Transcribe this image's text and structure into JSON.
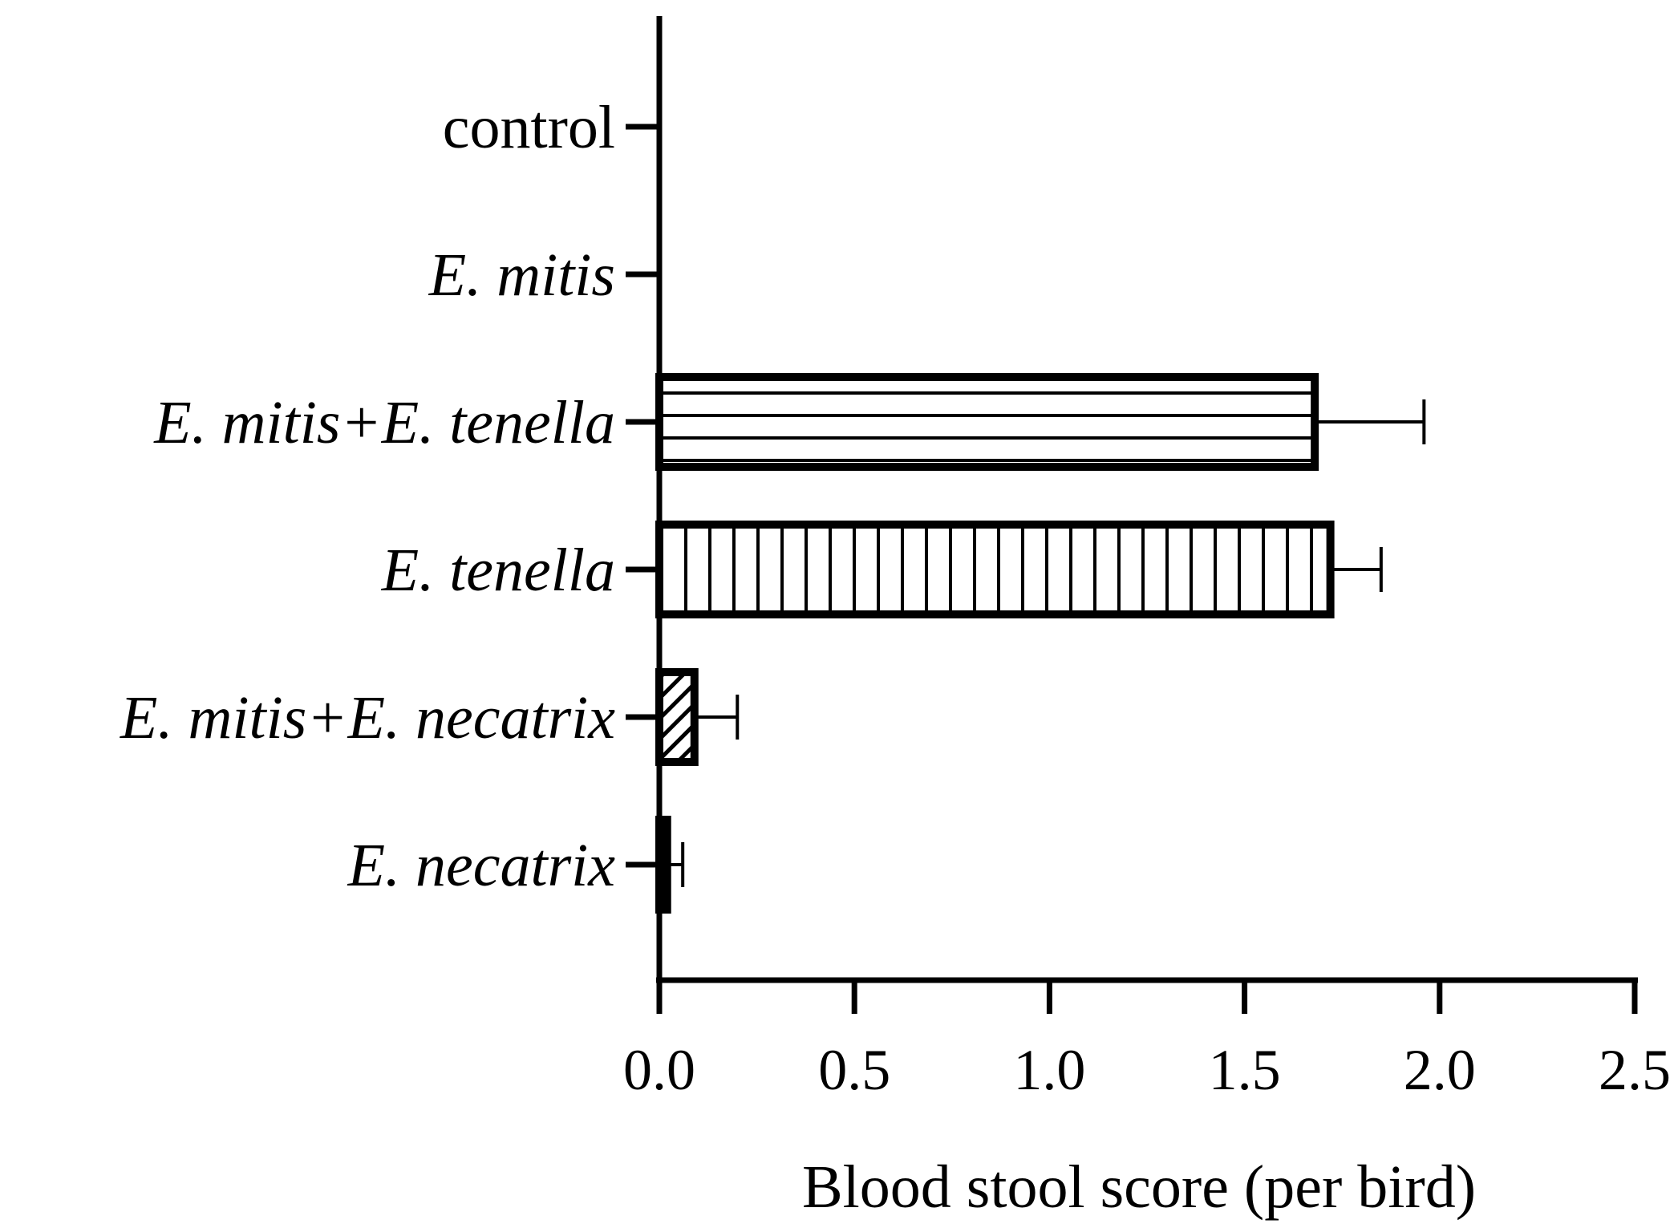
{
  "chart_data": {
    "type": "bar",
    "orientation": "horizontal",
    "categories": [
      "control",
      "E. mitis",
      "E. mitis+E. tenella",
      "E. tenella",
      "E. mitis+E. necatrix",
      "E. necatrix"
    ],
    "category_italic": [
      false,
      true,
      true,
      true,
      true,
      true
    ],
    "values": [
      0,
      0,
      1.68,
      1.72,
      0.09,
      0.02
    ],
    "errors": [
      0,
      0,
      0.28,
      0.13,
      0.11,
      0.04
    ],
    "patterns": [
      "none",
      "none",
      "horizontal-lines",
      "vertical-lines",
      "diagonal-lines",
      "solid"
    ],
    "title": "",
    "xlabel": "Blood stool score (per bird)",
    "ylabel": "",
    "xlim": [
      0,
      2.5
    ],
    "xticks": [
      0.0,
      0.5,
      1.0,
      1.5,
      2.0,
      2.5
    ],
    "xtick_labels": [
      "0.0",
      "0.5",
      "1.0",
      "1.5",
      "2.0",
      "2.5"
    ],
    "grid": false,
    "colors": {
      "stroke": "#000000",
      "fill": "#ffffff"
    }
  }
}
